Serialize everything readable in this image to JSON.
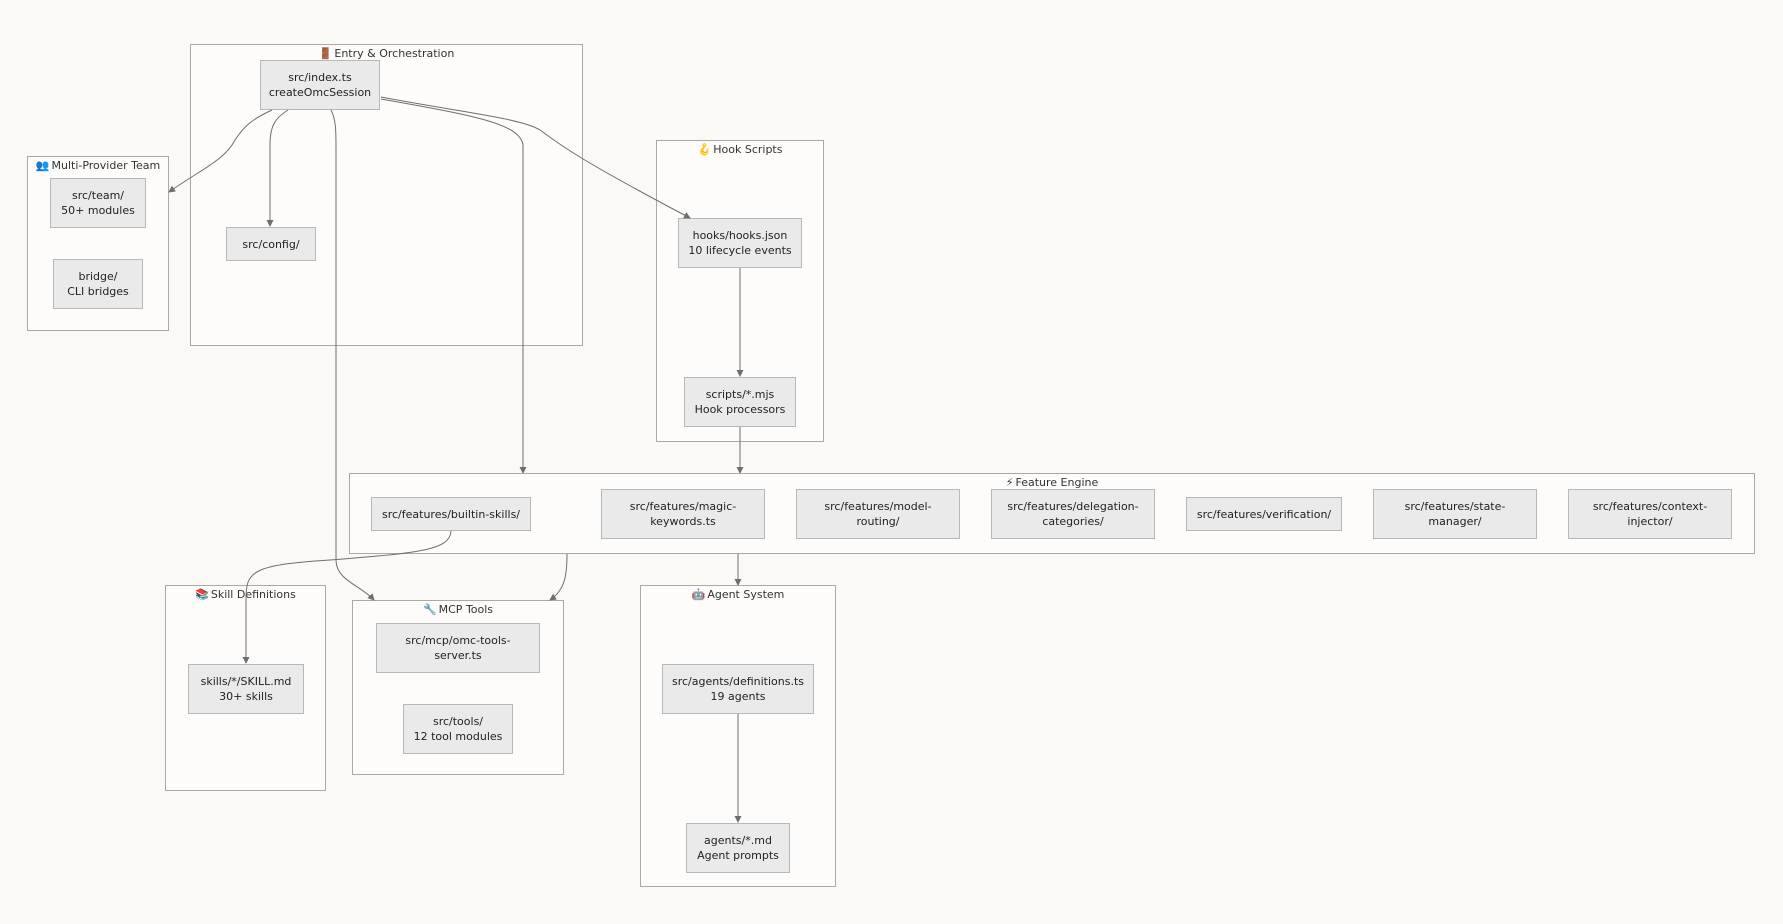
{
  "groups": {
    "entry": {
      "icon": "🚪",
      "title": "Entry & Orchestration"
    },
    "team": {
      "icon": "👥",
      "title": "Multi-Provider Team"
    },
    "hooks": {
      "icon": "🪝",
      "title": "Hook Scripts"
    },
    "features": {
      "icon": "⚡",
      "title": "Feature Engine"
    },
    "skills": {
      "icon": "📚",
      "title": "Skill Definitions"
    },
    "mcp": {
      "icon": "🔧",
      "title": "MCP Tools"
    },
    "agents": {
      "icon": "🤖",
      "title": "Agent System"
    }
  },
  "nodes": {
    "index": {
      "line1": "src/index.ts",
      "line2": "createOmcSession"
    },
    "config": {
      "line1": "src/config/"
    },
    "team": {
      "line1": "src/team/",
      "line2": "50+ modules"
    },
    "bridge": {
      "line1": "bridge/",
      "line2": "CLI bridges"
    },
    "hooks_json": {
      "line1": "hooks/hooks.json",
      "line2": "10 lifecycle events"
    },
    "scripts": {
      "line1": "scripts/*.mjs",
      "line2": "Hook processors"
    },
    "builtin_skills": {
      "line1": "src/features/builtin-skills/"
    },
    "magic_keywords": {
      "line1": "src/features/magic-",
      "line2": "keywords.ts"
    },
    "model_routing": {
      "line1": "src/features/model-",
      "line2": "routing/"
    },
    "delegation": {
      "line1": "src/features/delegation-",
      "line2": "categories/"
    },
    "verification": {
      "line1": "src/features/verification/"
    },
    "state_manager": {
      "line1": "src/features/state-",
      "line2": "manager/"
    },
    "context_injector": {
      "line1": "src/features/context-",
      "line2": "injector/"
    },
    "skill_md": {
      "line1": "skills/*/SKILL.md",
      "line2": "30+ skills"
    },
    "mcp_server": {
      "line1": "src/mcp/omc-tools-",
      "line2": "server.ts"
    },
    "tools": {
      "line1": "src/tools/",
      "line2": "12 tool modules"
    },
    "agent_defs": {
      "line1": "src/agents/definitions.ts",
      "line2": "19 agents"
    },
    "agent_md": {
      "line1": "agents/*.md",
      "line2": "Agent prompts"
    }
  },
  "edges": [
    {
      "from": "src/index.ts",
      "to": "src/team/"
    },
    {
      "from": "src/index.ts",
      "to": "src/config/"
    },
    {
      "from": "src/index.ts",
      "to": "hooks/hooks.json"
    },
    {
      "from": "src/index.ts",
      "to": "Feature Engine"
    },
    {
      "from": "src/index.ts",
      "to": "MCP Tools"
    },
    {
      "from": "hooks/hooks.json",
      "to": "scripts/*.mjs"
    },
    {
      "from": "scripts/*.mjs",
      "to": "Feature Engine"
    },
    {
      "from": "src/features/builtin-skills/",
      "to": "skills/*/SKILL.md"
    },
    {
      "from": "Feature Engine",
      "to": "MCP Tools"
    },
    {
      "from": "Feature Engine",
      "to": "Agent System"
    },
    {
      "from": "src/agents/definitions.ts",
      "to": "agents/*.md"
    }
  ],
  "colors": {
    "edge": "#6e6e6e",
    "group_border": "#a9a9a9",
    "node_fill": "#eaeaea",
    "background": "#faf9f6"
  }
}
